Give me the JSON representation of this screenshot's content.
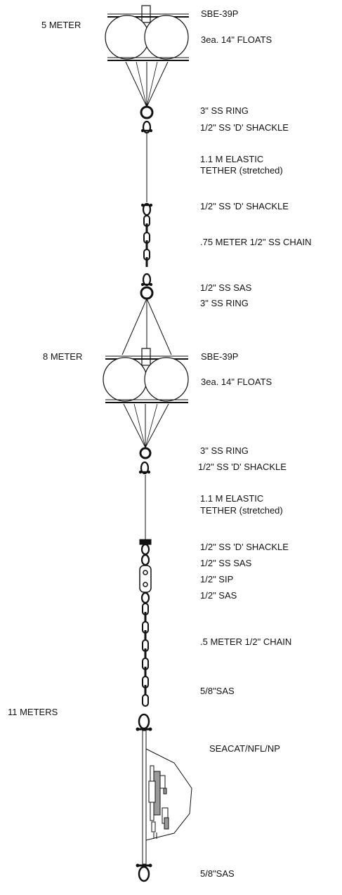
{
  "depths": {
    "d5": "5 METER",
    "d8": "8 METER",
    "d11": "11 METERS"
  },
  "labels": {
    "sbe1": "SBE-39P",
    "floats1": "3ea. 14\" FLOATS",
    "ring1": "3\" SS RING",
    "shackle1": "1/2\" SS 'D' SHACKLE",
    "tether1_a": "1.1 M ELASTIC",
    "tether1_b": "TETHER (stretched)",
    "shackle2": "1/2\" SS 'D' SHACKLE",
    "chain1": ".75 METER 1/2\" SS CHAIN",
    "sas1": "1/2\" SS SAS",
    "ring2": "3\" SS RING",
    "sbe2": "SBE-39P",
    "floats2": "3ea. 14\" FLOATS",
    "ring3": "3\" SS RING",
    "shackle3": "1/2\" SS 'D' SHACKLE",
    "tether2_a": "1.1 M ELASTIC",
    "tether2_b": "TETHER (stretched)",
    "shackle4": "1/2\" SS 'D' SHACKLE",
    "sas2": "1/2\" SS SAS",
    "sip": "1/2\" SIP",
    "sas3": "1/2\" SAS",
    "chain2": ".5 METER 1/2\" CHAIN",
    "sas58_top": "5/8\"SAS",
    "seacat": "SEACAT/NFL/NP",
    "sas58_bottom": "5/8\"SAS"
  },
  "colors": {
    "line": "#111111",
    "fill": "#ffffff",
    "instrument": "#9a9a9a"
  }
}
